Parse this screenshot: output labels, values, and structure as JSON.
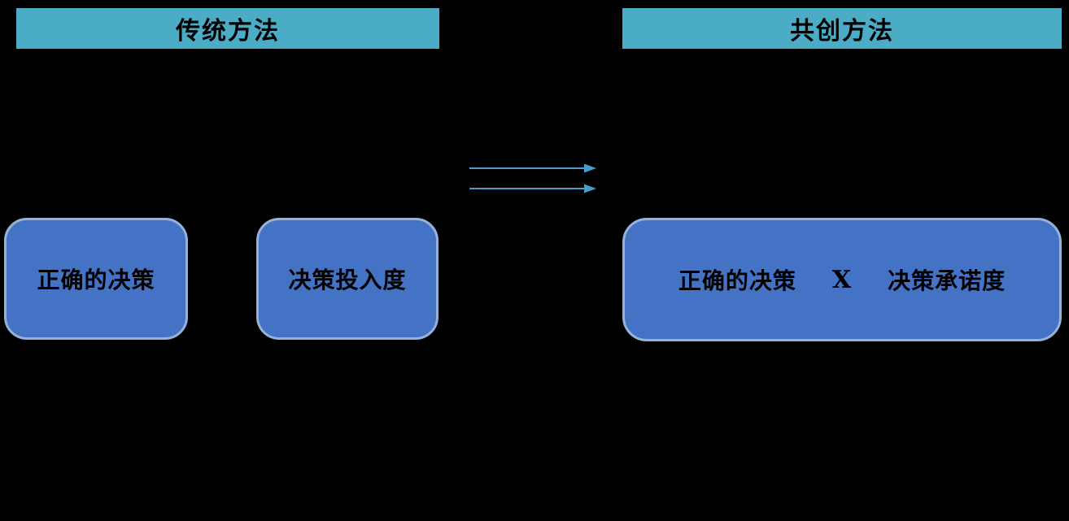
{
  "diagram": {
    "left_section": {
      "header": "传统方法",
      "box_1": "正确的决策",
      "box_2": "决策投入度"
    },
    "right_section": {
      "header": "共创方法",
      "box_left_text": "正确的决策",
      "box_operator": "X",
      "box_right_text": "决策承诺度"
    }
  },
  "colors": {
    "background": "#000000",
    "header_fill": "#4BACC6",
    "header_text": "#000000",
    "box_fill": "#4472C4",
    "box_border": "#95B3D7",
    "box_text": "#000000",
    "arrow": "#4A9CC9"
  }
}
